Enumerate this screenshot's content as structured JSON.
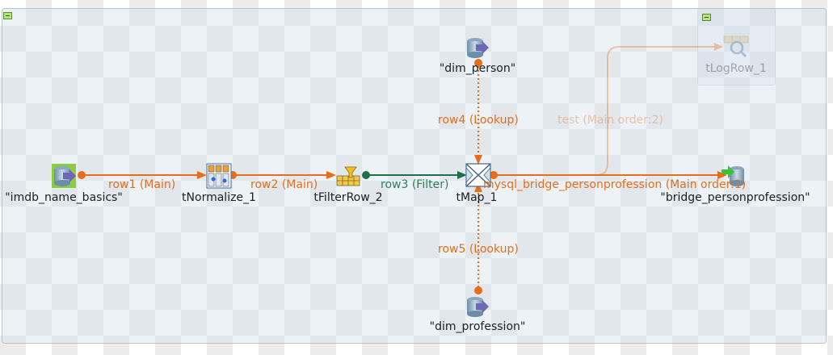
{
  "colors": {
    "main_link": "#e56d1b",
    "filter_link": "#1f6f4a",
    "lookup_link": "#e56d1b",
    "panel_fill": "#d6e2ee",
    "collapse_green": "#b6e37a"
  },
  "components": {
    "imdb_name_basics": {
      "label": "\"imdb_name_basics\"",
      "icon": "database-input-icon"
    },
    "tNormalize_1": {
      "label": "tNormalize_1",
      "icon": "normalize-icon"
    },
    "tFilterRow_2": {
      "label": "tFilterRow_2",
      "icon": "filter-funnel-icon"
    },
    "tMap_1": {
      "label": "tMap_1",
      "icon": "map-cross-icon"
    },
    "dim_person": {
      "label": "\"dim_person\"",
      "icon": "database-input-icon"
    },
    "dim_profession": {
      "label": "\"dim_profession\"",
      "icon": "database-input-icon"
    },
    "bridge_personprofession": {
      "label": "\"bridge_personprofession\"",
      "icon": "database-output-icon"
    },
    "tLogRow_1": {
      "label": "tLogRow_1",
      "icon": "log-row-icon"
    }
  },
  "links": {
    "row1": "row1 (Main)",
    "row2": "row2 (Main)",
    "row3": "row3 (Filter)",
    "row4": "row4 (Lookup)",
    "row5": "row5 (Lookup)",
    "mysql": "mysql_bridge_personprofession (Main order:1)",
    "test": "test (Main order:2)"
  }
}
